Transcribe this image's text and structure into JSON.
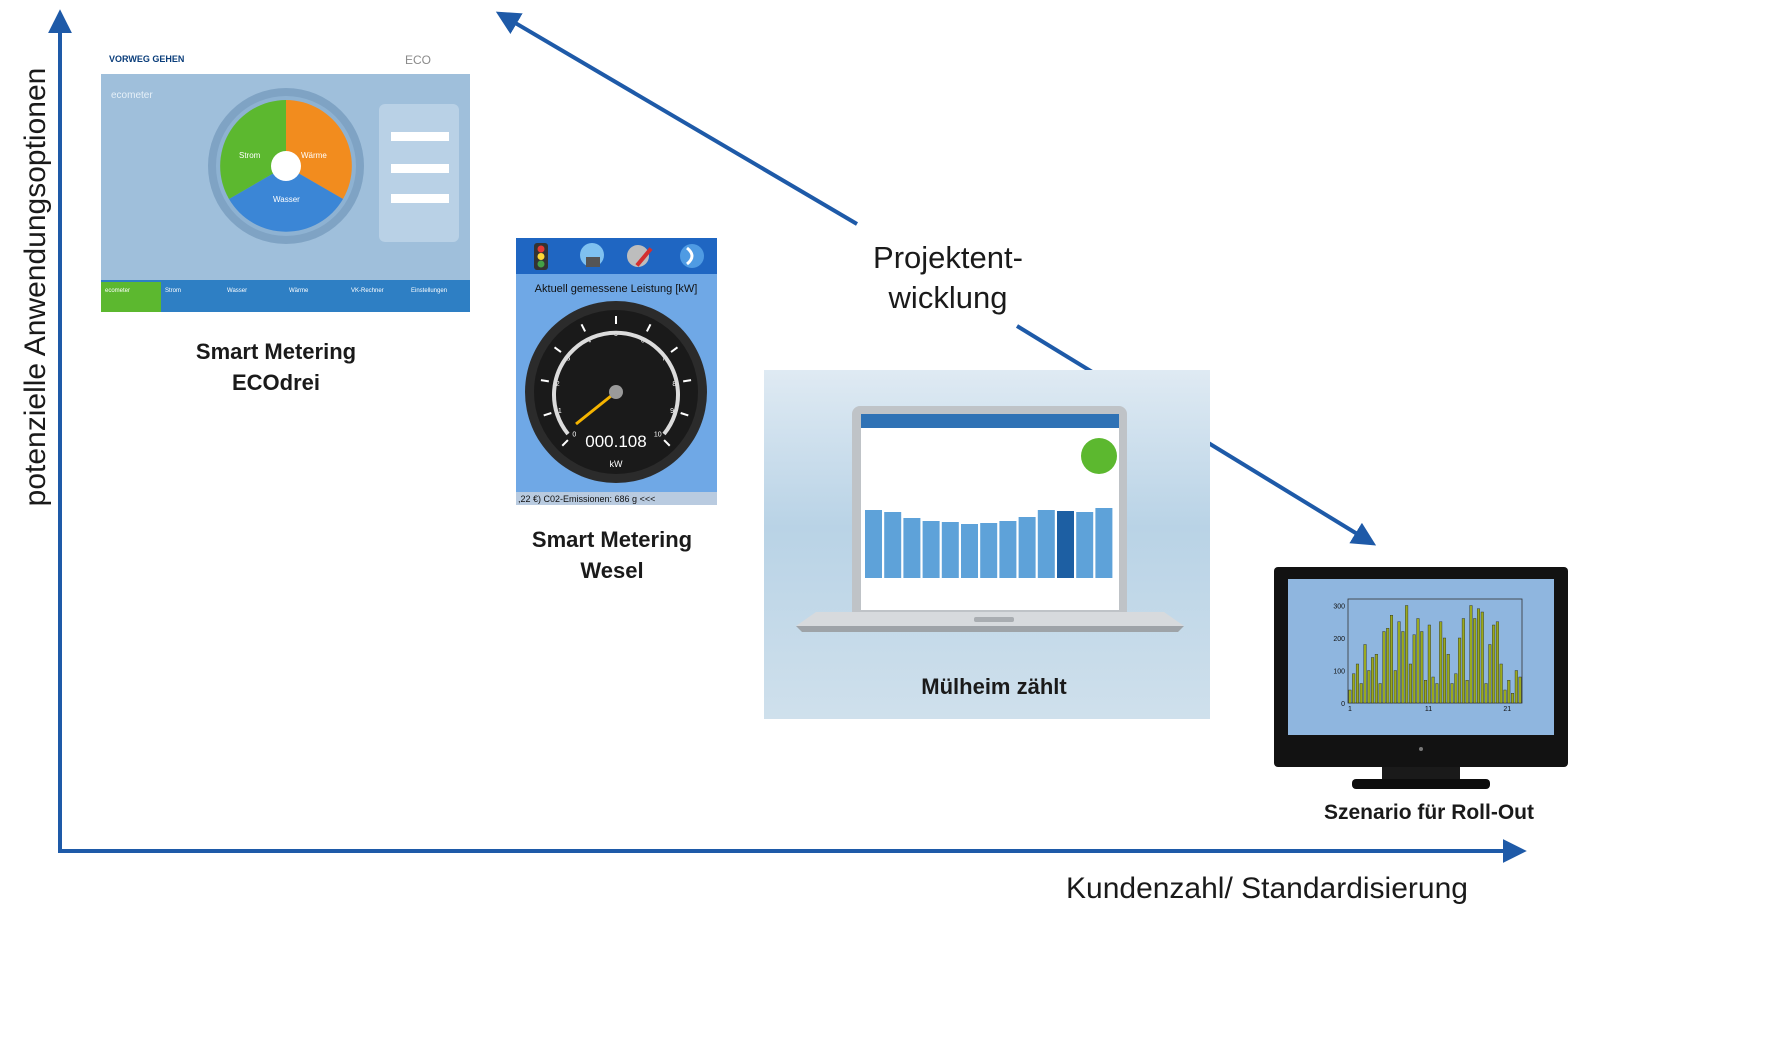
{
  "axes": {
    "y_label": "potenzielle Anwendungsoptionen",
    "x_label": "Kundenzahl/ Standardisierung",
    "color": "#1e5aa8"
  },
  "center_label": [
    "Projektent-",
    "wicklung"
  ],
  "items": [
    {
      "label_line1": "Smart Metering",
      "label_line2": "ECOdrei"
    },
    {
      "label_line1": "Smart Metering",
      "label_line2": "Wesel"
    },
    {
      "label_line1": "Mülheim zählt"
    },
    {
      "label_line1": "Szenario für Roll-Out"
    }
  ],
  "ecodrei": {
    "brand_left": "VORWEG GEHEN",
    "brand_right": "ECO",
    "title": "ecometer",
    "segments": [
      "Strom",
      "Wärme",
      "Wasser"
    ],
    "tabs": [
      "ecometer",
      "Strom",
      "Wasser",
      "Wärme",
      "VK-Rechner",
      "Einstellungen"
    ]
  },
  "wesel": {
    "caption": "Aktuell gemessene Leistung [kW]",
    "ticks": [
      "0",
      "1",
      "2",
      "3",
      "4",
      "5",
      "6",
      "7",
      "8",
      "9",
      "10"
    ],
    "reading": "000.108",
    "unit": "kW",
    "ticker": ",22 €) C02-Emissionen: 686 g <<<"
  },
  "tv_chart": {
    "y_ticks": [
      "0",
      "100",
      "200",
      "300"
    ],
    "x_ticks": [
      "1",
      "11",
      "21"
    ],
    "values": [
      40,
      90,
      120,
      60,
      180,
      100,
      140,
      150,
      60,
      220,
      230,
      270,
      100,
      250,
      220,
      300,
      120,
      210,
      260,
      220,
      70,
      240,
      80,
      60,
      250,
      200,
      150,
      60,
      90,
      200,
      260,
      70,
      300,
      260,
      290,
      280,
      60,
      180,
      240,
      250,
      120,
      40,
      70,
      30,
      100,
      80
    ]
  }
}
